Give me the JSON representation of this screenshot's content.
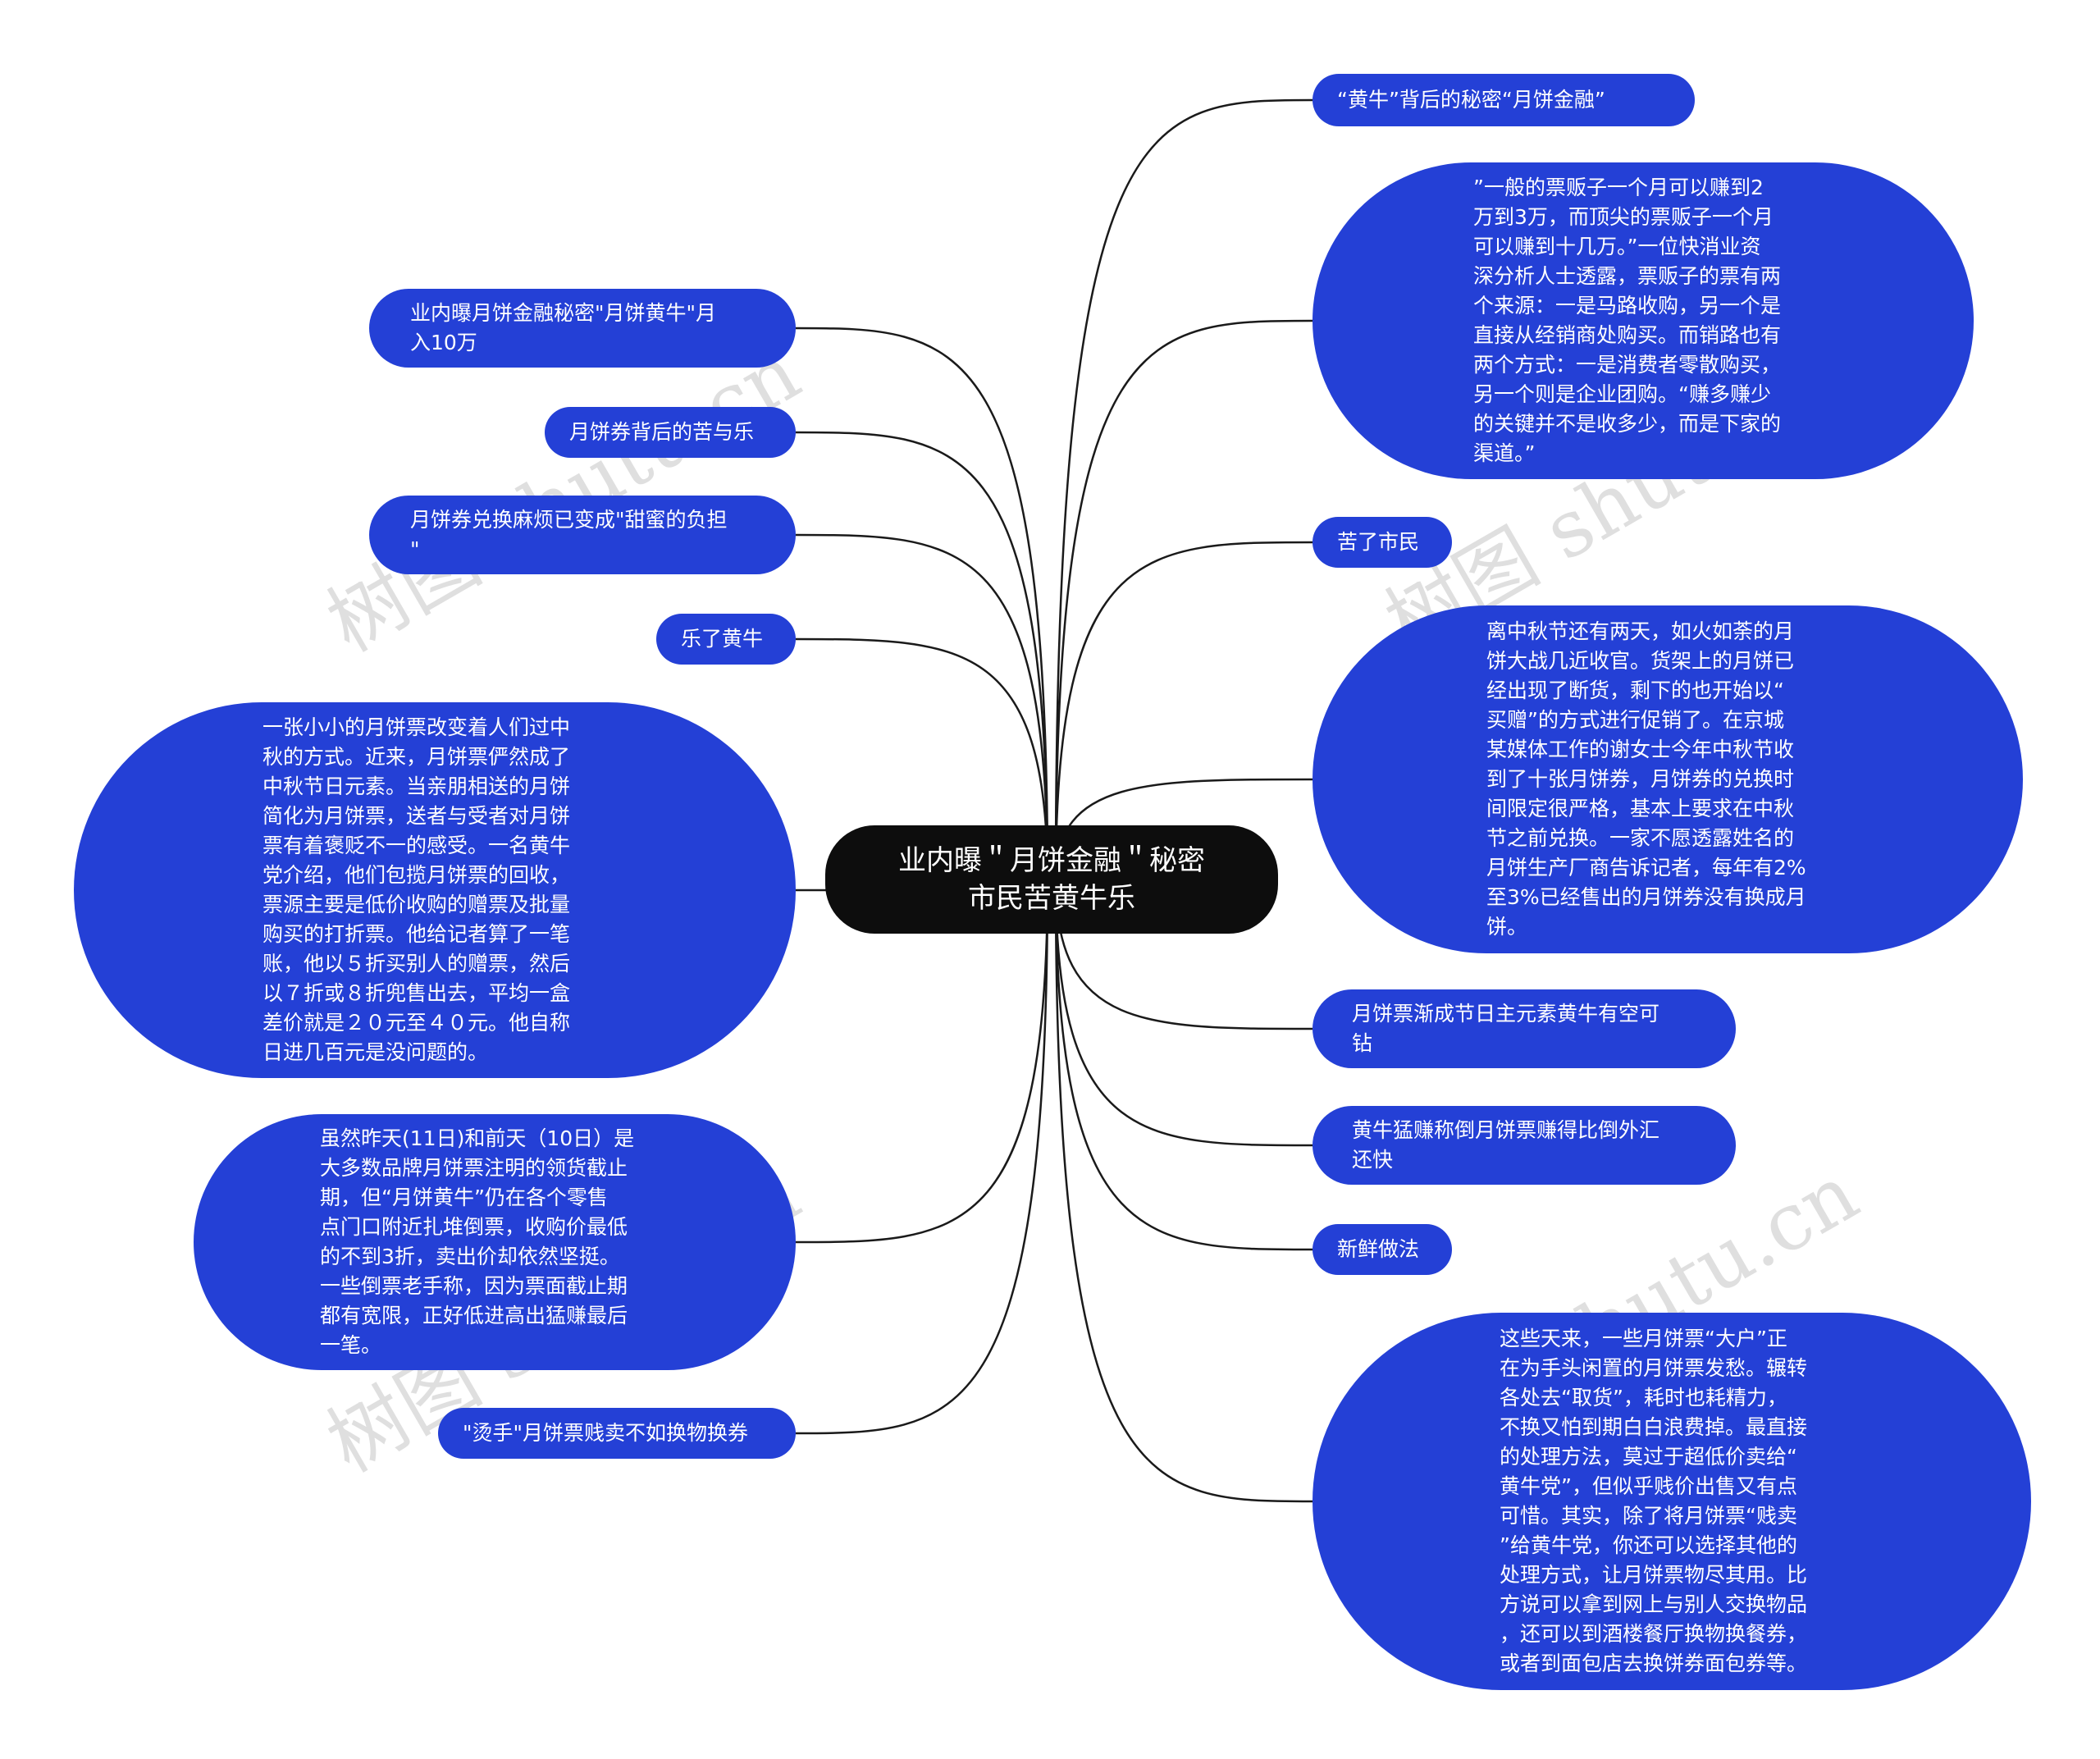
{
  "root": {
    "label": "业内曝＂月饼金融＂秘密\n市民苦黄牛乐"
  },
  "watermarks": [
    "树图 shutu.cn",
    "树图 shutu.cn",
    "树图 shutu.cn",
    "树图 shutu.cn"
  ],
  "left_nodes": [
    {
      "text": "业内曝月饼金融秘密\"月饼黄牛\"月\n入10万"
    },
    {
      "text": "月饼券背后的苦与乐"
    },
    {
      "text": "月饼券兑换麻烦已变成\"甜蜜的负担\n\""
    },
    {
      "text": "乐了黄牛"
    },
    {
      "text": "一张小小的月饼票改变着人们过中\n秋的方式。近来，月饼票俨然成了\n中秋节日元素。当亲朋相送的月饼\n简化为月饼票，送者与受者对月饼\n票有着褒贬不一的感受。一名黄牛\n党介绍，他们包揽月饼票的回收，\n票源主要是低价收购的赠票及批量\n购买的打折票。他给记者算了一笔\n账，他以５折买别人的赠票，然后\n以７折或８折兜售出去，平均一盒\n差价就是２０元至４０元。他自称\n日进几百元是没问题的。"
    },
    {
      "text": "虽然昨天(11日)和前天（10日）是\n大多数品牌月饼票注明的领货截止\n期，但“月饼黄牛”仍在各个零售\n点门口附近扎堆倒票，收购价最低\n的不到3折，卖出价却依然坚挺。\n一些倒票老手称，因为票面截止期\n都有宽限，正好低进高出猛赚最后\n一笔。"
    },
    {
      "text": "\"烫手\"月饼票贱卖不如换物换券"
    }
  ],
  "right_nodes": [
    {
      "text": "“黄牛”背后的秘密“月饼金融”"
    },
    {
      "text": "”一般的票贩子一个月可以赚到2\n万到3万，而顶尖的票贩子一个月\n可以赚到十几万。”一位快消业资\n深分析人士透露，票贩子的票有两\n个来源：一是马路收购，另一个是\n直接从经销商处购买。而销路也有\n两个方式：一是消费者零散购买，\n另一个则是企业团购。“赚多赚少\n的关键并不是收多少，而是下家的\n渠道。”"
    },
    {
      "text": "苦了市民"
    },
    {
      "text": "离中秋节还有两天，如火如荼的月\n饼大战几近收官。货架上的月饼已\n经出现了断货，剩下的也开始以“\n买赠”的方式进行促销了。在京城\n某媒体工作的谢女士今年中秋节收\n到了十张月饼券，月饼券的兑换时\n间限定很严格，基本上要求在中秋\n节之前兑换。一家不愿透露姓名的\n月饼生产厂商告诉记者，每年有2%\n至3%已经售出的月饼券没有换成月\n饼。"
    },
    {
      "text": "月饼票渐成节日主元素黄牛有空可\n钻"
    },
    {
      "text": "黄牛猛赚称倒月饼票赚得比倒外汇\n还快"
    },
    {
      "text": "新鲜做法"
    },
    {
      "text": "这些天来，一些月饼票“大户”正\n在为手头闲置的月饼票发愁。辗转\n各处去“取货”，耗时也耗精力，\n不换又怕到期白白浪费掉。最直接\n的处理方法，莫过于超低价卖给“\n黄牛党”，但似乎贱价出售又有点\n可惜。其实，除了将月饼票“贱卖\n”给黄牛党，你还可以选择其他的\n处理方式，让月饼票物尽其用。比\n方说可以拿到网上与别人交换物品\n，还可以到酒楼餐厅换物换餐券，\n或者到面包店去换饼券面包券等。"
    }
  ],
  "colors": {
    "node_fill": "#2440d6",
    "root_fill": "#0d0d0d",
    "link": "#1a1a1a",
    "text": "#ffffff"
  }
}
